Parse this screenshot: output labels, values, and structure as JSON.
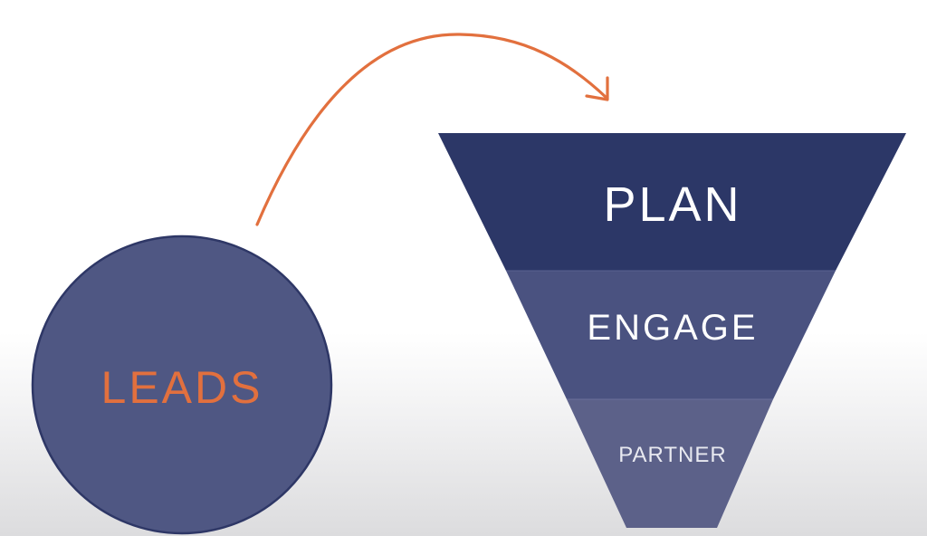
{
  "diagram": {
    "source": {
      "label": "LEADS"
    },
    "funnel": {
      "stages": [
        {
          "label": "PLAN"
        },
        {
          "label": "ENGAGE"
        },
        {
          "label": "PARTNER"
        }
      ]
    }
  },
  "colors": {
    "circle_fill": "#4f5783",
    "circle_stroke": "#2e3766",
    "leads_text": "#e2703e",
    "arrow": "#e2703e",
    "stage_1": "#2c3767",
    "stage_2": "#4a5280",
    "stage_3": "#5c6189",
    "stage_text": "#ffffff"
  }
}
